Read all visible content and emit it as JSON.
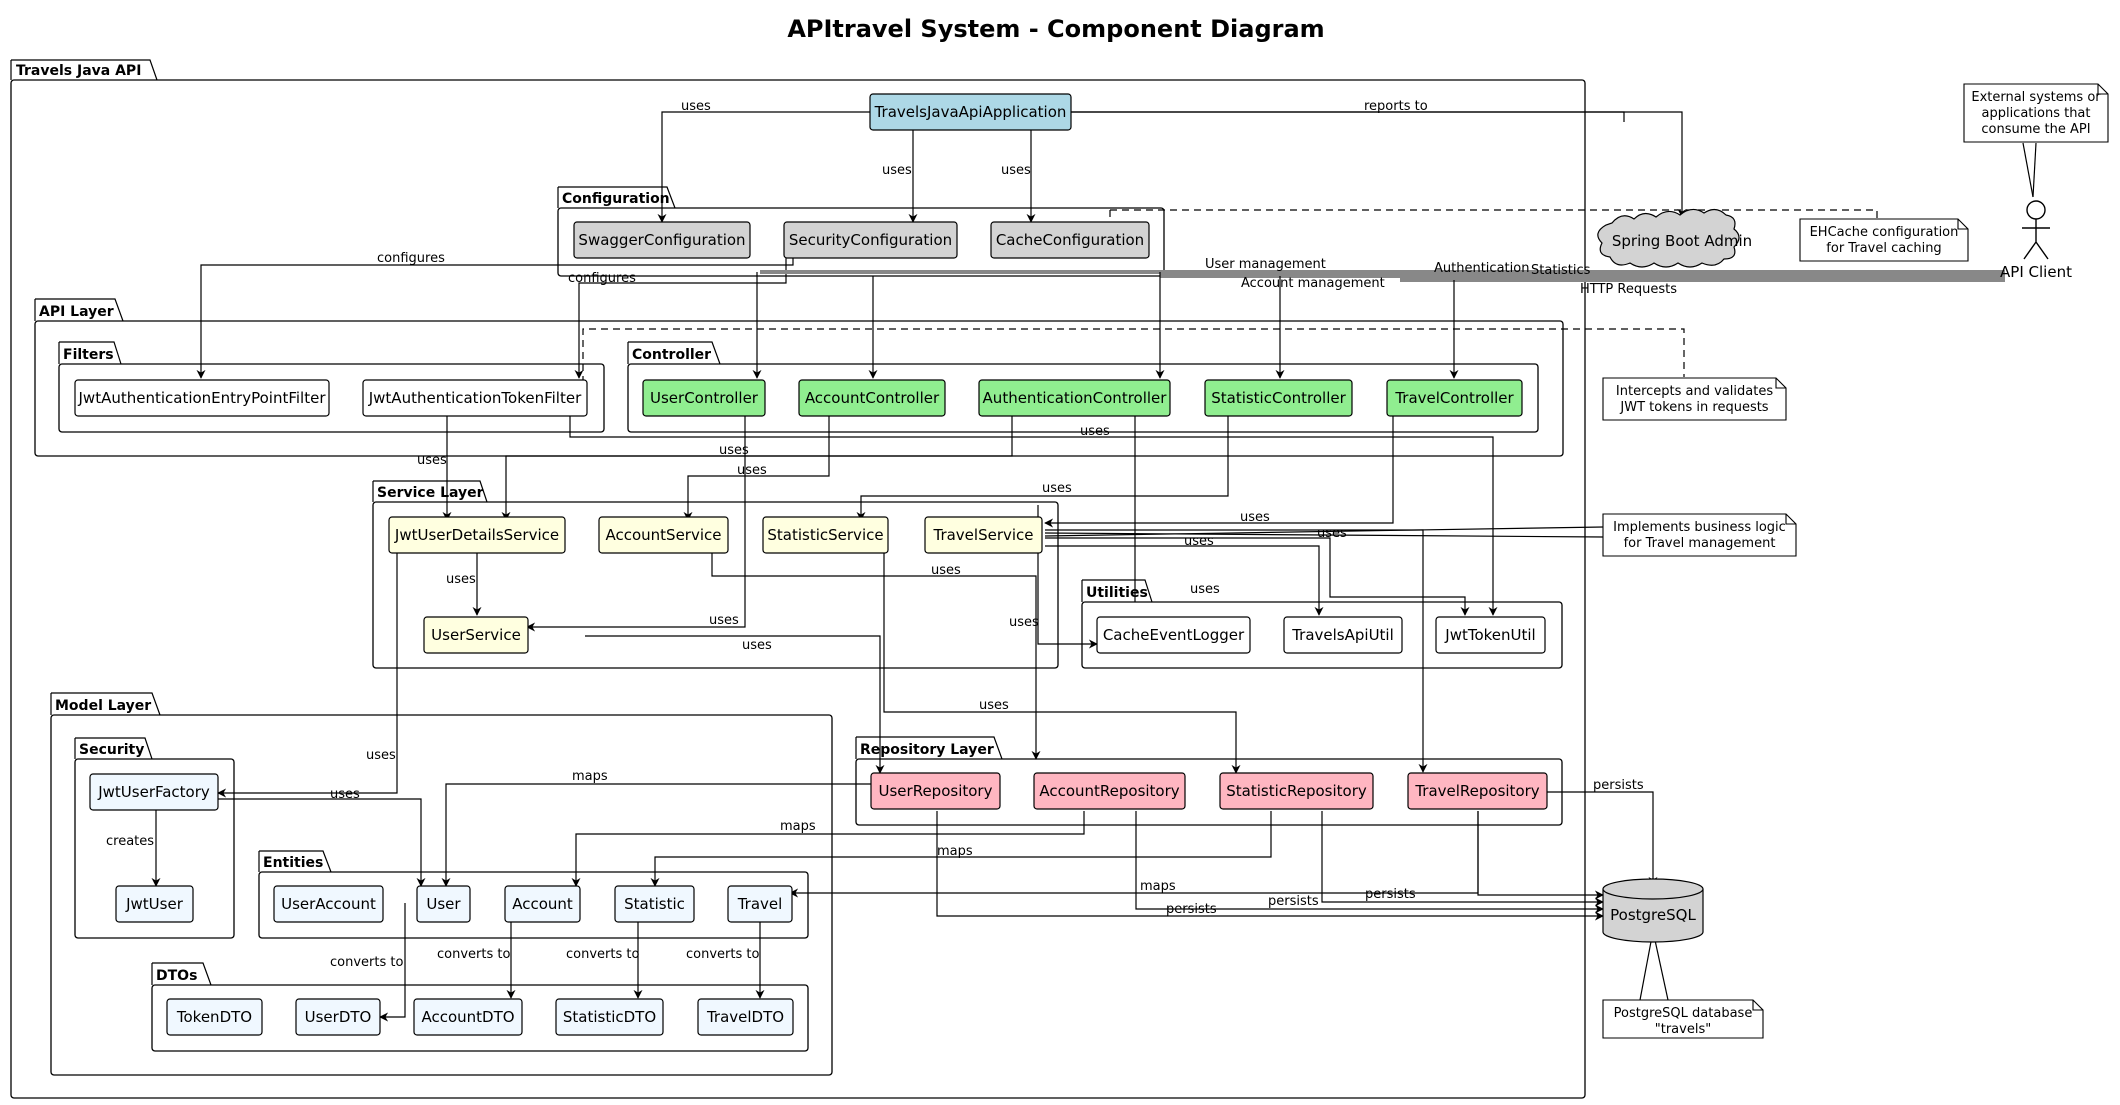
{
  "title": "APItravel System - Component Diagram",
  "colors": {
    "app": "#ADD8E6",
    "config": "#D3D3D3",
    "controller": "#90EE90",
    "service": "#FFFFE0",
    "repository": "#FFB6C1",
    "model": "#F0F8FF",
    "plain": "#FFFFFF",
    "database": "#D3D3D3",
    "cloud": "#D3D3D3"
  },
  "packages": {
    "travels_java_api": "Travels Java API",
    "configuration": "Configuration",
    "api_layer": "API Layer",
    "filters": "Filters",
    "controller": "Controller",
    "service_layer": "Service Layer",
    "utilities": "Utilities",
    "model_layer": "Model Layer",
    "security": "Security",
    "entities": "Entities",
    "dtos": "DTOs",
    "repository_layer": "Repository Layer"
  },
  "components": {
    "app": "TravelsJavaApiApplication",
    "swagger_config": "SwaggerConfiguration",
    "security_config": "SecurityConfiguration",
    "cache_config": "CacheConfiguration",
    "entry_point_filter": "JwtAuthenticationEntryPointFilter",
    "token_filter": "JwtAuthenticationTokenFilter",
    "user_controller": "UserController",
    "account_controller": "AccountController",
    "auth_controller": "AuthenticationController",
    "statistic_controller": "StatisticController",
    "travel_controller": "TravelController",
    "jwt_user_details_service": "JwtUserDetailsService",
    "account_service": "AccountService",
    "statistic_service": "StatisticService",
    "travel_service": "TravelService",
    "user_service": "UserService",
    "cache_event_logger": "CacheEventLogger",
    "travels_api_util": "TravelsApiUtil",
    "jwt_token_util": "JwtTokenUtil",
    "jwt_user_factory": "JwtUserFactory",
    "jwt_user": "JwtUser",
    "user_account": "UserAccount",
    "user": "User",
    "account": "Account",
    "statistic": "Statistic",
    "travel": "Travel",
    "token_dto": "TokenDTO",
    "user_dto": "UserDTO",
    "account_dto": "AccountDTO",
    "statistic_dto": "StatisticDTO",
    "travel_dto": "TravelDTO",
    "user_repository": "UserRepository",
    "account_repository": "AccountRepository",
    "statistic_repository": "StatisticRepository",
    "travel_repository": "TravelRepository"
  },
  "external": {
    "spring_boot_admin": "Spring Boot Admin",
    "postgresql": "PostgreSQL",
    "api_client": "API Client"
  },
  "notes": {
    "api_client": [
      "External systems or",
      "applications that",
      "consume the API"
    ],
    "cache": [
      "EHCache configuration",
      "for Travel caching"
    ],
    "filter": [
      "Intercepts and validates",
      "JWT tokens in requests"
    ],
    "travel_service": [
      "Implements business logic",
      "for Travel management"
    ],
    "postgres": [
      "PostgreSQL database",
      "\"travels\""
    ]
  },
  "edge_labels": {
    "uses": "uses",
    "reports_to": "reports to",
    "configures": "configures",
    "user_management": "User management",
    "account_management": "Account management",
    "authentication": "Authentication",
    "statistics": "Statistics",
    "http_requests": "HTTP Requests",
    "maps": "maps",
    "creates": "creates",
    "converts_to": "converts to",
    "persists": "persists"
  }
}
